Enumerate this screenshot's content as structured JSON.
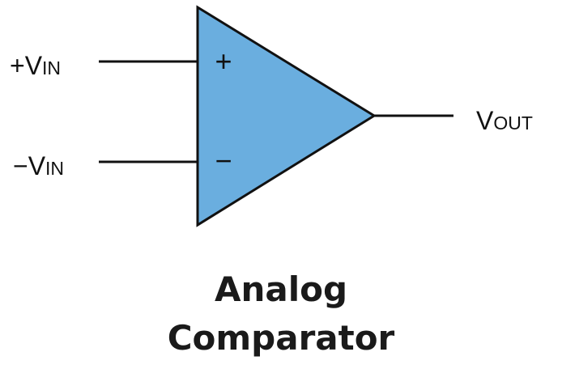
{
  "diagram": {
    "inputs": [
      {
        "sign": "+",
        "main": "V",
        "sub": "IN"
      },
      {
        "sign": "−",
        "main": "V",
        "sub": "IN"
      }
    ],
    "pin_marks": {
      "plus": "+",
      "minus": "−"
    },
    "output": {
      "main": "V",
      "sub": "OUT"
    },
    "title_lines": [
      "Analog",
      "Comparator"
    ],
    "colors": {
      "fill": "#6aaedf",
      "stroke": "#111111"
    }
  }
}
